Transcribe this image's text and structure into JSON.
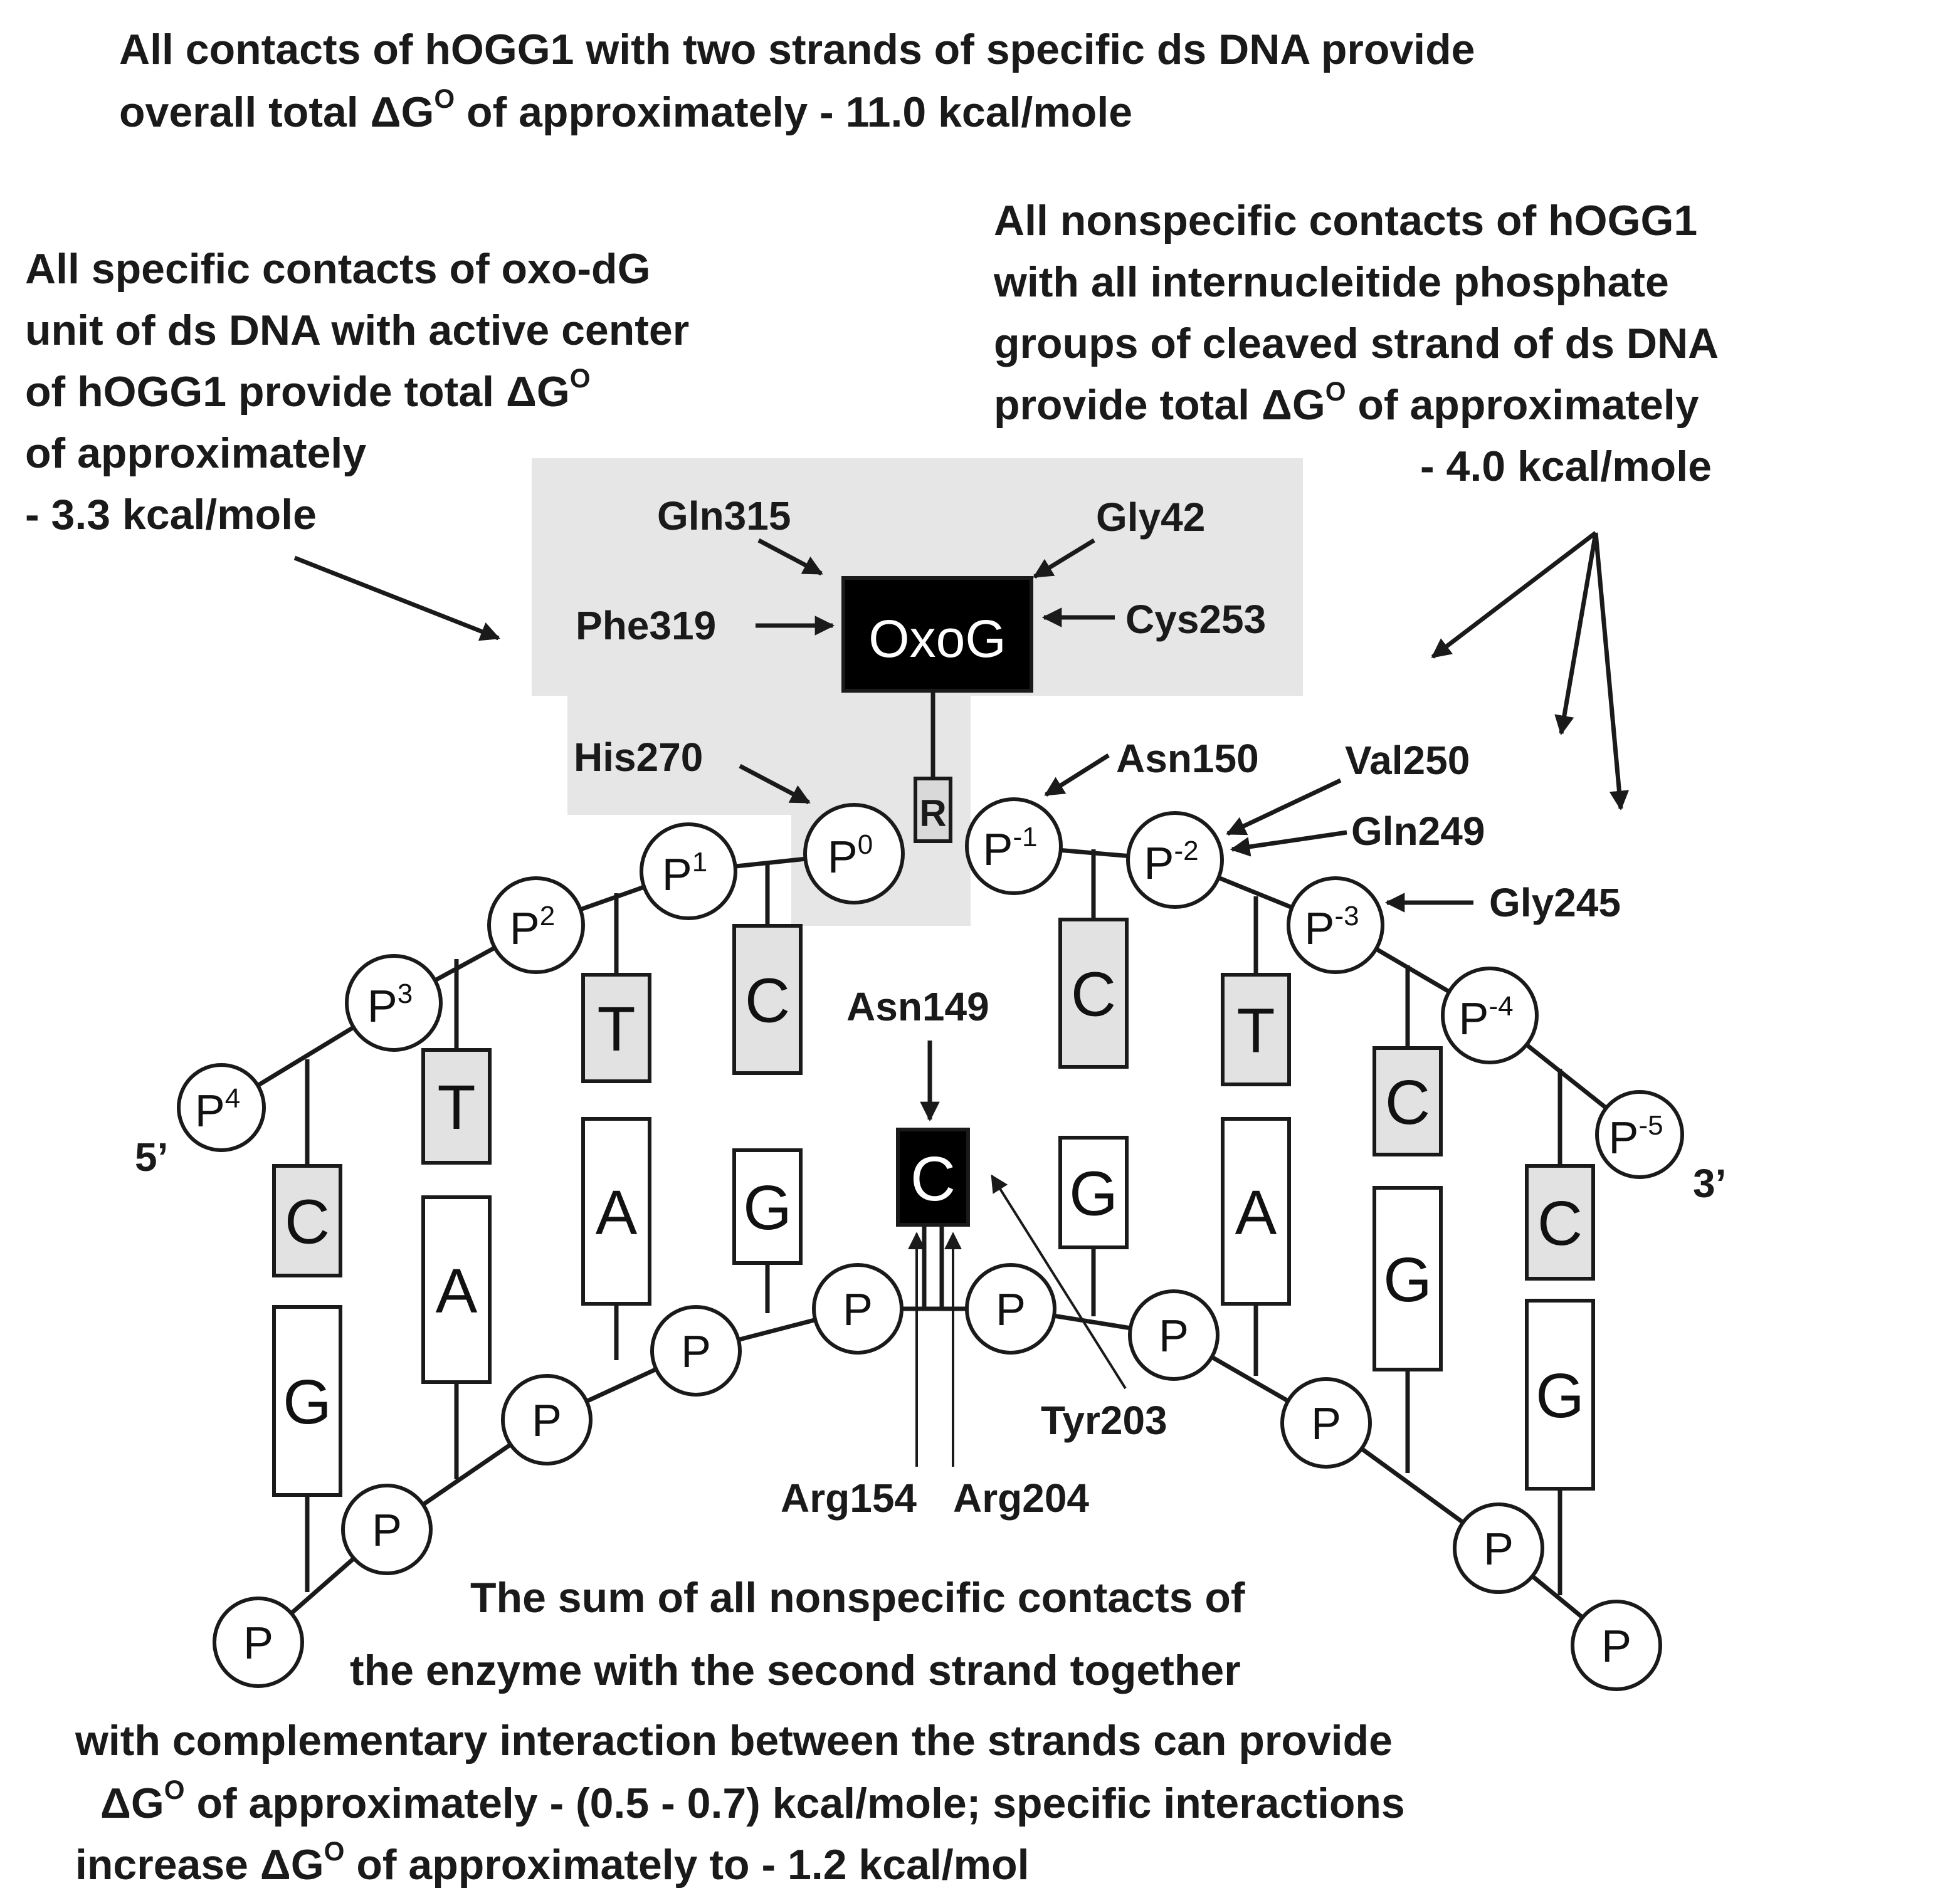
{
  "texts": {
    "top_line1": "All contacts of hOGG1 with two strands of specific ds  DNA provide",
    "top_line2_pre": "overall total ",
    "top_line2_dg": "ΔG",
    "top_line2_sup": "O",
    "top_line2_post": "  of approximately - 11.0 kcal/mole",
    "left_line1": "All specific contacts of oxo-dG",
    "left_line2": "unit of ds DNA with active center",
    "left_line3_pre": "of hOGG1 provide  total  ",
    "left_line3_dg": "ΔG",
    "left_line3_sup": "O",
    "left_line4": "of approximately",
    "left_line5": " - 3.3 kcal/mole",
    "right_line1": "All nonspecific contacts of hOGG1",
    "right_line2": "with all  internucleitide phosphate",
    "right_line3": "groups of cleaved strand of ds DNA",
    "right_line4_pre": "provide total   ",
    "right_line4_dg": "ΔG",
    "right_line4_sup": "O",
    "right_line4_post": "  of approximately",
    "right_line5": "- 4.0 kcal/mole",
    "bottom_line1": "The sum of all nonspecific contacts of",
    "bottom_line2": "the enzyme with the second strand together",
    "bottom_line3": "with complementary interaction between the strands can provide",
    "bottom_line4_dg": "ΔG",
    "bottom_line4_sup": "O",
    "bottom_line4_post": "   of approximately - (0.5 - 0.7) kcal/mole; specific interactions",
    "bottom_line5_pre": "increase ",
    "bottom_line5_dg": "ΔG",
    "bottom_line5_sup": "O",
    "bottom_line5_post": "   of approximately to  - 1.2 kcal/mol",
    "five_prime": "5’",
    "three_prime": "3’"
  },
  "residues": {
    "gln315": "Gln315",
    "gly42": "Gly42",
    "phe319": "Phe319",
    "cys253": "Cys253",
    "his270": "His270",
    "asn150": "Asn150",
    "val250": "Val250",
    "gln249": "Gln249",
    "gly245": "Gly245",
    "asn149": "Asn149",
    "tyr203": "Tyr203",
    "arg154": "Arg154",
    "arg204": "Arg204"
  },
  "oxog_label": "OxoG",
  "r_label": "R",
  "flipped_c_label": "C",
  "top_strand": [
    {
      "label": "P",
      "sup": "4"
    },
    {
      "label": "P",
      "sup": "3"
    },
    {
      "label": "P",
      "sup": "2"
    },
    {
      "label": "P",
      "sup": "1"
    },
    {
      "label": "P",
      "sup": "0"
    },
    {
      "label": "P",
      "sup": "-1"
    },
    {
      "label": "P",
      "sup": "-2"
    },
    {
      "label": "P",
      "sup": "-3"
    },
    {
      "label": "P",
      "sup": "-4"
    },
    {
      "label": "P",
      "sup": "-5"
    }
  ],
  "bottom_strand": [
    "P",
    "P",
    "P",
    "P",
    "P",
    "P",
    "P",
    "P",
    "P",
    "P"
  ],
  "top_bases": [
    "C",
    "T",
    "T",
    "C",
    "C",
    "T",
    "C",
    "C"
  ],
  "bottom_bases": [
    "G",
    "A",
    "A",
    "G",
    "G",
    "A",
    "G",
    "G"
  ],
  "colors": {
    "shade": "#e6e6e6",
    "ink": "#1a1a1a",
    "highlight_box": "#000000",
    "base_fill_top": "#e2e2e2",
    "base_fill_bottom": "#ffffff"
  }
}
